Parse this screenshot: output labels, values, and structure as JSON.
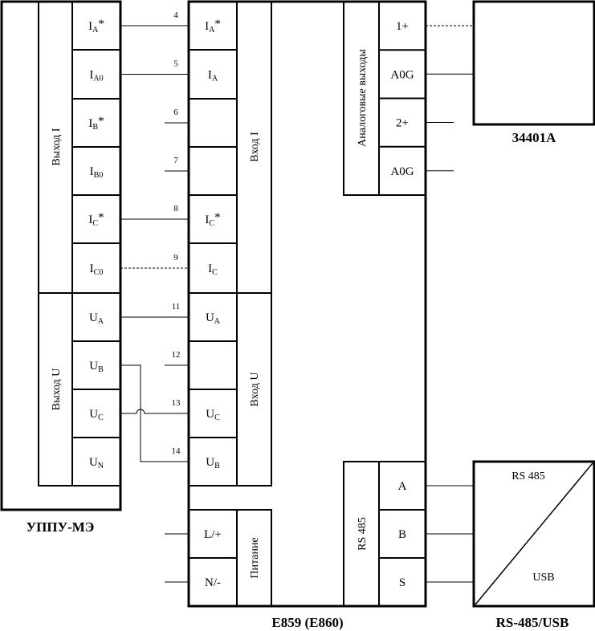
{
  "uppu": {
    "caption": "УППУ-МЭ",
    "out_i_label": "Выход I",
    "out_u_label": "Выход U",
    "terminals": [
      {
        "main": "I",
        "sub": "A",
        "suffix": "*"
      },
      {
        "main": "I",
        "sub": "A0",
        "suffix": ""
      },
      {
        "main": "I",
        "sub": "B",
        "suffix": "*"
      },
      {
        "main": "I",
        "sub": "B0",
        "suffix": ""
      },
      {
        "main": "I",
        "sub": "C",
        "suffix": "*"
      },
      {
        "main": "I",
        "sub": "C0",
        "suffix": ""
      },
      {
        "main": "U",
        "sub": "A",
        "suffix": ""
      },
      {
        "main": "U",
        "sub": "B",
        "suffix": ""
      },
      {
        "main": "U",
        "sub": "C",
        "suffix": ""
      },
      {
        "main": "U",
        "sub": "N",
        "suffix": ""
      }
    ]
  },
  "meter": {
    "caption": "E859 (E860)",
    "in_i_label": "Вход I",
    "in_u_label": "Вход U",
    "power_label": "Питание",
    "analog_label": "Аналоговые выходы",
    "rs485_label": "RS 485",
    "terminals": [
      {
        "main": "I",
        "sub": "A",
        "suffix": "*"
      },
      {
        "main": "I",
        "sub": "A",
        "suffix": ""
      },
      {
        "main": "",
        "sub": "",
        "suffix": ""
      },
      {
        "main": "",
        "sub": "",
        "suffix": ""
      },
      {
        "main": "I",
        "sub": "C",
        "suffix": "*"
      },
      {
        "main": "I",
        "sub": "C",
        "suffix": ""
      },
      {
        "main": "U",
        "sub": "A",
        "suffix": ""
      },
      {
        "main": "",
        "sub": "",
        "suffix": ""
      },
      {
        "main": "U",
        "sub": "C",
        "suffix": ""
      },
      {
        "main": "U",
        "sub": "B",
        "suffix": ""
      }
    ],
    "wire_numbers": [
      "4",
      "5",
      "6",
      "7",
      "8",
      "9",
      "11",
      "12",
      "13",
      "14"
    ],
    "power_terminals": [
      "L/+",
      "N/-"
    ],
    "analog_terminals": [
      "1+",
      "A0G",
      "2+",
      "A0G"
    ],
    "rs485_terminals": [
      "A",
      "B",
      "S"
    ]
  },
  "multimeter": {
    "caption": "34401A"
  },
  "converter": {
    "caption": "RS-485/USB",
    "top_label": "RS 485",
    "bottom_label": "USB"
  }
}
